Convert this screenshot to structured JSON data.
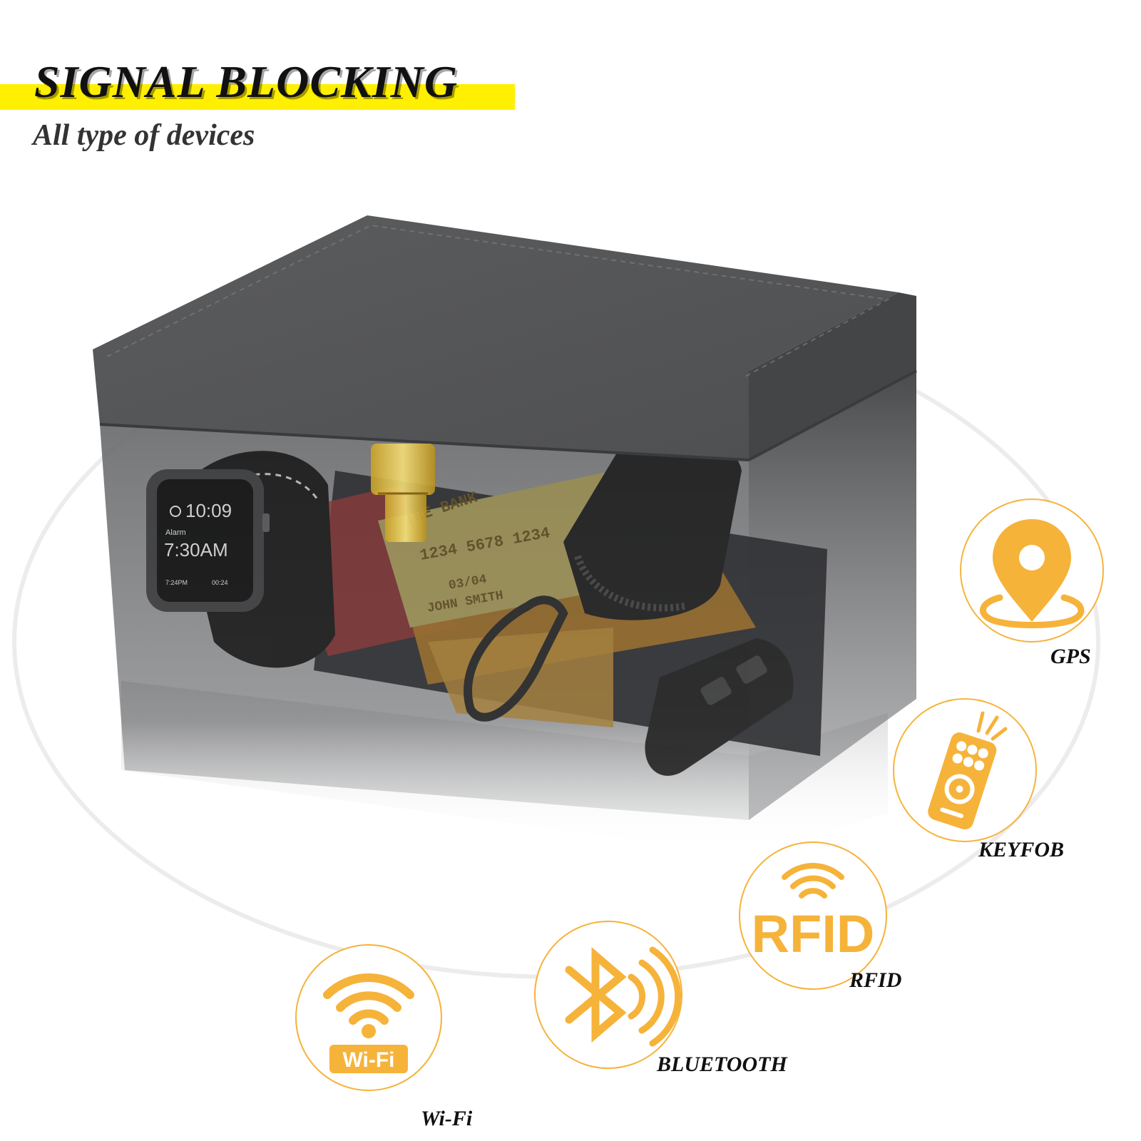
{
  "heading": {
    "title": "SIGNAL BLOCKING",
    "subtitle": "All type of devices"
  },
  "watch_screen": {
    "time": "10:09",
    "alarm_label": "Alarm",
    "alarm_time": "7:30AM",
    "left_small": "7:24PM",
    "right_small": "00:24"
  },
  "cards": {
    "bank_name": "THE BANK",
    "number": "1234 5678 1234",
    "expiry": "03/04",
    "holder": "JOHN SMITH"
  },
  "features": {
    "gps": {
      "label": "GPS",
      "icon": "location-pin-icon"
    },
    "keyfob": {
      "label": "KEYFOB",
      "icon": "remote-control-icon"
    },
    "rfid": {
      "label": "RFID",
      "logo_text": "RFID",
      "icon": "rfid-signal-icon"
    },
    "bluetooth": {
      "label": "BLUETOOTH",
      "icon": "bluetooth-icon"
    },
    "wifi": {
      "label": "Wi-Fi",
      "badge_text": "Wi-Fi",
      "icon": "wifi-icon"
    }
  },
  "colors": {
    "accent_yellow": "#ffef00",
    "icon_orange": "#f6b33a",
    "box_gray": "#5d5e60"
  }
}
